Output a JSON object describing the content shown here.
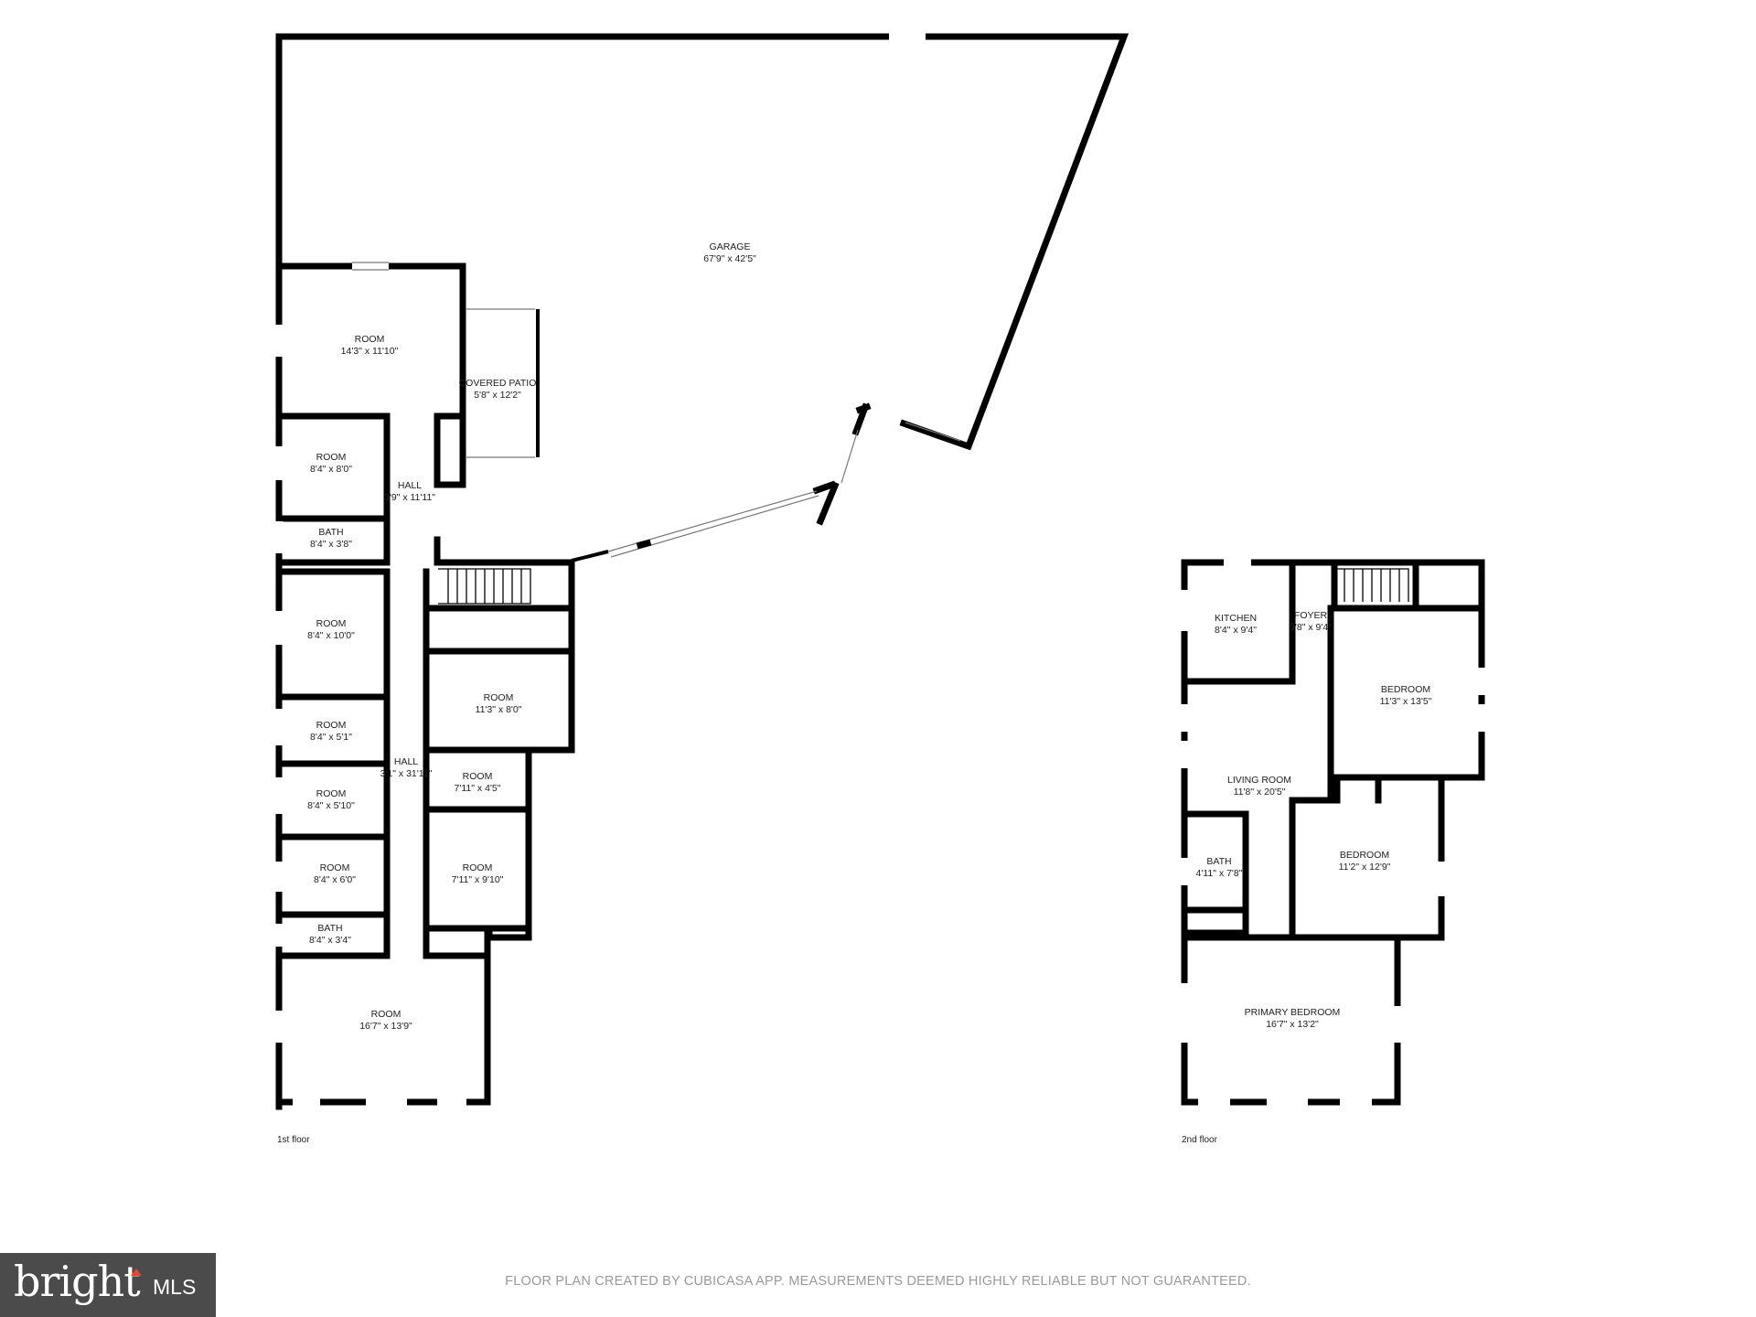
{
  "floors": [
    {
      "label": "1st floor",
      "rooms": [
        {
          "name": "GARAGE",
          "dims": "67'9\" x 42'5\""
        },
        {
          "name": "ROOM",
          "dims": "14'3\" x 11'10\""
        },
        {
          "name": "COVERED PATIO",
          "dims": "5'8\" x 12'2\""
        },
        {
          "name": "ROOM",
          "dims": "8'4\" x 8'0\""
        },
        {
          "name": "HALL",
          "dims": "3'9\" x 11'11\""
        },
        {
          "name": "BATH",
          "dims": "8'4\" x 3'8\""
        },
        {
          "name": "ROOM",
          "dims": "8'4\" x 10'0\""
        },
        {
          "name": "ROOM",
          "dims": "11'3\" x 8'0\""
        },
        {
          "name": "ROOM",
          "dims": "8'4\" x 5'1\""
        },
        {
          "name": "HALL",
          "dims": "3'1\" x 31'11\""
        },
        {
          "name": "ROOM",
          "dims": "7'11\" x 4'5\""
        },
        {
          "name": "ROOM",
          "dims": "8'4\" x 5'10\""
        },
        {
          "name": "ROOM",
          "dims": "8'4\" x 6'0\""
        },
        {
          "name": "ROOM",
          "dims": "7'11\" x 9'10\""
        },
        {
          "name": "BATH",
          "dims": "8'4\" x 3'4\""
        },
        {
          "name": "ROOM",
          "dims": "16'7\" x 13'9\""
        }
      ]
    },
    {
      "label": "2nd floor",
      "rooms": [
        {
          "name": "KITCHEN",
          "dims": "8'4\" x 9'4\""
        },
        {
          "name": "FOYER",
          "dims": "9'8\" x 9'4\""
        },
        {
          "name": "BEDROOM",
          "dims": "11'3\" x 13'5\""
        },
        {
          "name": "LIVING ROOM",
          "dims": "11'8\" x 20'5\""
        },
        {
          "name": "BATH",
          "dims": "4'11\" x 7'8\""
        },
        {
          "name": "BEDROOM",
          "dims": "11'2\" x 12'9\""
        },
        {
          "name": "PRIMARY BEDROOM",
          "dims": "16'7\" x 13'2\""
        }
      ]
    }
  ],
  "disclaimer": "FLOOR PLAN CREATED BY CUBICASA APP. MEASUREMENTS DEEMED HIGHLY RELIABLE BUT NOT GUARANTEED.",
  "logo": {
    "brand": "bright",
    "suffix": "MLS",
    "accent_color": "#e8452a"
  }
}
